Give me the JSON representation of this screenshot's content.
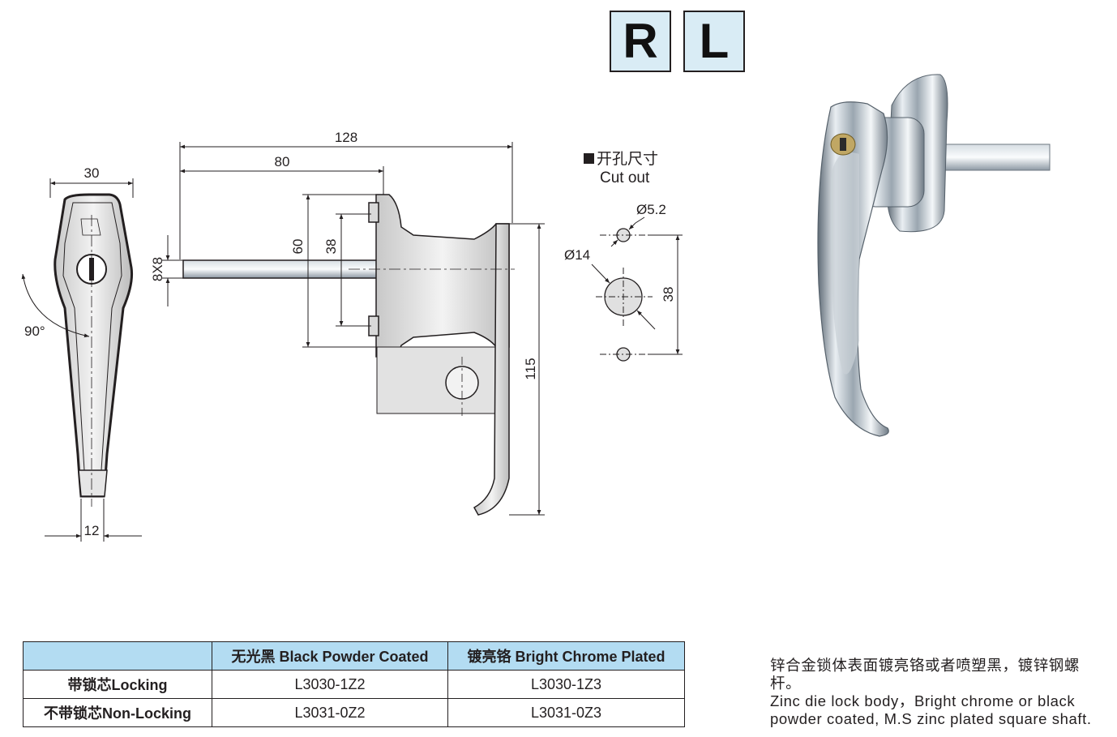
{
  "badges": {
    "right": "R",
    "left": "L"
  },
  "dimensions": {
    "front_width": "30",
    "angle": "90°",
    "bottom_width": "12",
    "overall_length": "128",
    "shaft_length": "80",
    "shaft_square": "8X8",
    "mount_height": "60",
    "hole_spacing": "38",
    "handle_height": "115"
  },
  "cutout": {
    "title_cn": "开孔尺寸",
    "title_en": "Cut out",
    "small_hole": "Ø5.2",
    "large_hole": "Ø14",
    "spacing": "38"
  },
  "table": {
    "headers": [
      "",
      "无光黑 Black Powder Coated",
      "镀亮铬  Bright Chrome Plated"
    ],
    "rows": [
      [
        "带锁芯Locking",
        "L3030-1Z2",
        "L3030-1Z3"
      ],
      [
        "不带锁芯Non-Locking",
        "L3031-0Z2",
        "L3031-0Z3"
      ]
    ]
  },
  "description": {
    "cn": "锌合金锁体表面镀亮铬或者喷塑黑，镀锌钢螺杆。",
    "en": "Zinc die lock body，Bright chrome or black powder coated, M.S zinc plated square shaft."
  },
  "colors": {
    "badge_bg": "#d9ecf5",
    "table_header_bg": "#b3dcf2",
    "line": "#231f20"
  }
}
